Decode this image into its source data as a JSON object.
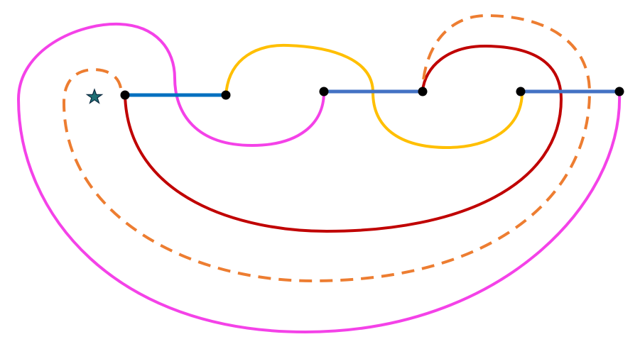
{
  "colors": {
    "background": "#ffffff",
    "magenta_arc": "#f442e8",
    "gold_arc": "#ffbf00",
    "dark_red_arc": "#c00000",
    "orange_dashed_arc": "#ed7d31",
    "blue_segment": "#0070c0",
    "light_blue_segment": "#4472c4",
    "vertex": "#000000",
    "star_fill": "#1f6f74",
    "star_stroke": "#0a2a40"
  },
  "icons": {
    "start_marker": "star-icon",
    "vertex": "filled-circle"
  },
  "line_styles": {
    "orange_arc": "dashed",
    "other_arcs": "solid"
  },
  "vertex_count": 6
}
